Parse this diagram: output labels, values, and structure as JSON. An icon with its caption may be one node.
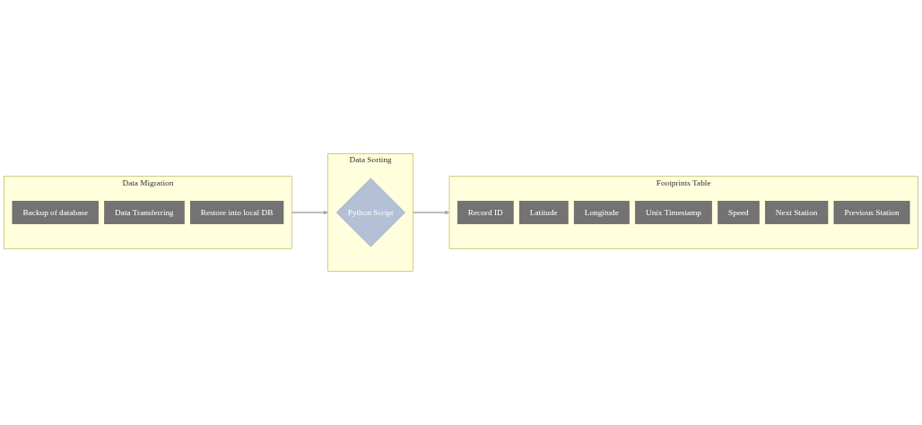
{
  "diagram": {
    "nodes": [
      {
        "text": [
          "Data Migration"
        ]
      },
      {
        "text": [
          "Backup of database"
        ],
        "in": 0
      },
      {
        "text": [
          "Data Transferring"
        ],
        "in": 0
      },
      {
        "text": [
          "Restore into local DB"
        ],
        "in": 0
      },
      {
        "text": [
          "Data Sorting"
        ]
      },
      {
        "text": [
          "Python Script"
        ],
        "in": 4
      },
      {
        "text": [
          "Footprints Table"
        ]
      },
      {
        "text": [
          "Record ID"
        ],
        "in": 6
      },
      {
        "text": [
          "Latitude"
        ],
        "in": 6
      },
      {
        "text": [
          "Longitude"
        ],
        "in": 6
      },
      {
        "text": [
          "Unix Timestamp"
        ],
        "in": 6
      },
      {
        "text": [
          "Speed"
        ],
        "in": 6
      },
      {
        "text": [
          "Next Station"
        ],
        "in": 6
      },
      {
        "text": [
          "Previous Station"
        ],
        "in": 6
      }
    ],
    "edges": [
      {
        "from": 0,
        "to": 4,
        "arrow": "to"
      },
      {
        "from": 4,
        "to": 6,
        "arrow": "to"
      }
    ]
  }
}
